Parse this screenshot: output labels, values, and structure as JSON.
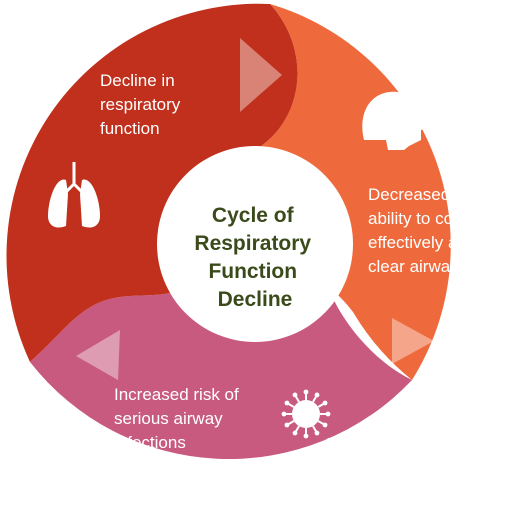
{
  "center": {
    "lines": [
      "Cycle of",
      "Respiratory",
      "Function",
      "Decline"
    ]
  },
  "segments": [
    {
      "id": "decline",
      "color": "#c0301c",
      "lines": [
        "Decline in",
        "respiratory",
        "function"
      ],
      "icon": "lungs-icon"
    },
    {
      "id": "cough",
      "color": "#ee6a3c",
      "lines": [
        "Decreased",
        "ability to cough",
        "effectively and",
        "clear airways"
      ],
      "icon": "coughing-head-icon"
    },
    {
      "id": "infection",
      "color": "#c85a80",
      "lines": [
        "Increased risk of",
        "serious airway",
        "infections"
      ],
      "icon": "virus-icon"
    }
  ],
  "colors": {
    "arrow_fill": "#ffffff",
    "center_text": "#3a4a1a",
    "segment_text": "#ffffff"
  }
}
